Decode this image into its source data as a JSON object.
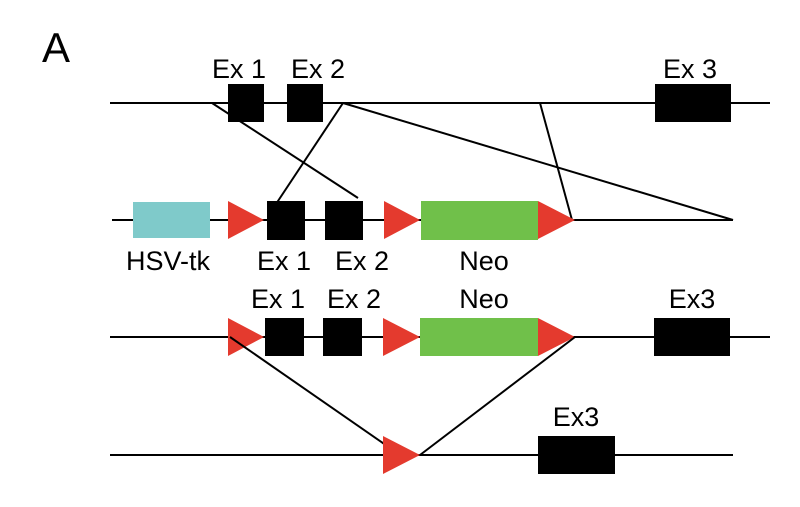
{
  "panel_label": "A",
  "colors": {
    "exon": "#000000",
    "loxp": "#e43a2e",
    "neo": "#70c04a",
    "hsv_tk": "#7fcaca",
    "line": "#000000"
  },
  "rows": {
    "wild_type": {
      "ex1": "Ex 1",
      "ex2": "Ex 2",
      "ex3": "Ex 3"
    },
    "targeting_vector": {
      "hsv_tk": "HSV-tk",
      "ex1": "Ex 1",
      "ex2": "Ex 2",
      "neo": "Neo"
    },
    "targeted_allele": {
      "ex1": "Ex 1",
      "ex2": "Ex 2",
      "neo": "Neo",
      "ex3": "Ex3"
    },
    "deleted_allele": {
      "ex3": "Ex3"
    }
  }
}
